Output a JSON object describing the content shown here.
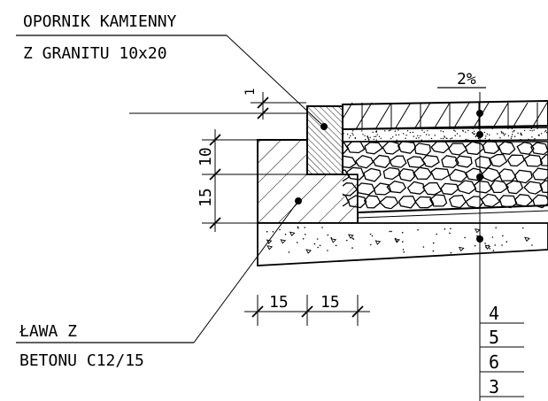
{
  "labels": {
    "curb_line1": "OPORNIK KAMIENNY",
    "curb_line2": "Z GRANITU 10x20",
    "bench_line1": "ŁAWA Z",
    "bench_line2": "BETONU C12/15",
    "slope": "2%"
  },
  "dimensions": {
    "offset": "1",
    "curb_height": "10",
    "bench_height": "15",
    "bench_width_left": "15",
    "bench_width_right": "15"
  },
  "layer_numbers": [
    "4",
    "5",
    "6",
    "3"
  ]
}
